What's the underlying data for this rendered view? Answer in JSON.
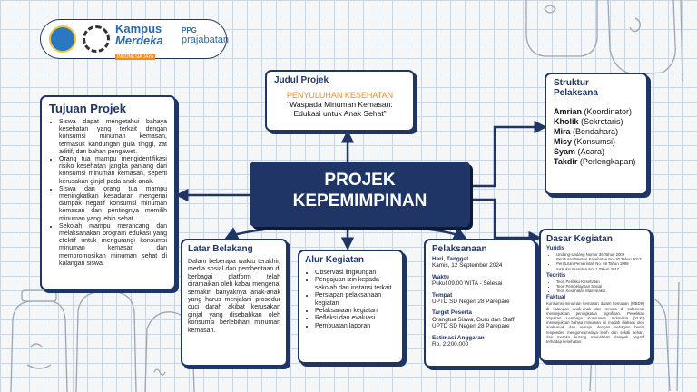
{
  "header": {
    "kampus": "Kampus",
    "merdeka": "Merdeka",
    "indonesia_jaya": "INDONESIA JAYA",
    "ppg": "PPG",
    "prajabatan": "prajabatan"
  },
  "center": {
    "line1": "PROJEK",
    "line2": "KEPEMIMPINAN"
  },
  "judul": {
    "title": "Judul Projek",
    "subtitle": "PENYULUHAN KESEHATAN",
    "quote": "“Waspada Minuman Kemasan: Edukasi untuk Anak Sehat”"
  },
  "tujuan": {
    "title": "Tujuan Projek",
    "items": [
      "Siswa dapat mengetahui bahaya kesehatan yang terkait dengan konsumsi minuman kemasan, termasuk kandungan gula tinggi, zat aditif, dan bahan pengawet.",
      "Orang tua mampu mengidentifikasi risiko kesehatan jangka panjang dari konsumsi minuman kemasan, seperti kerusakan ginjal pada anak-anak.",
      "Siswa dan orang tua mampu meningkatkan kesadaran mengenai dampak negatif konsumsi minuman kemasan dan pentingnya memilih minuman yang lebih sehat.",
      "Sekolah mampu merancang dan melaksanakan program edukasi yang efektif untuk mengurangi konsumsi minuman kemasan dan mempromosikan minuman sehat di kalangan siswa."
    ]
  },
  "struktur": {
    "title": "Struktur Pelaksana",
    "members": [
      {
        "name": "Amrian",
        "role": "(Koordinator)"
      },
      {
        "name": "Kholik",
        "role": "(Sekretaris)"
      },
      {
        "name": "Mira",
        "role": "(Bendahara)"
      },
      {
        "name": "Misy",
        "role": "(Konsumsi)"
      },
      {
        "name": "Syam",
        "role": "(Acara)"
      },
      {
        "name": "Takdir",
        "role": "(Perlengkapan)"
      }
    ]
  },
  "latar": {
    "title": "Latar Belakang",
    "text": "Dalam beberapa waktu terakhir, media sosial dan pemberitaan di berbagai platform telah diramaikan oleh kabar mengenai semakin banyaknya anak-anak yang harus menjalani prosedur cuci darah akibat kerusakan ginjal yang disebabkan oleh konsumsi berlebihan minuman kemasan."
  },
  "alur": {
    "title": "Alur Kegiatan",
    "items": [
      "Observasi lingkungan",
      "Pengajuan izin kepada sekolah dan instansi terkait",
      "Persiapan pelaksanaan kegiatan",
      "Pelaksanaan kegiatan",
      "Refleksi dan evaluasi",
      "Pembuatan laporan"
    ]
  },
  "pelaksanaan": {
    "title": "Pelaksanaan",
    "hari_label": "Hari, Tanggal",
    "hari_value": "Kamis, 12 September 2024",
    "waktu_label": "Waktu",
    "waktu_value": "Pukul 09.00 WITA - Selesai",
    "tempat_label": "Tempat",
    "tempat_value": "UPTD SD Negeri 28 Parepare",
    "target_label": "Target Peserta",
    "target_value": "Orangtua Siswa, Guru dan Staff UPTD SD Negeri 28 Parepare",
    "anggaran_label": "Estimasi Anggaran",
    "anggaran_value": "Rp. 2.200.000"
  },
  "dasar": {
    "title": "Dasar Kegiatan",
    "yuridis_label": "Yuridis",
    "yuridis": [
      "Undang-Undang Nomor 36 Tahun 2009",
      "Peraturan Menteri Kesehatan No. 30 Tahun 2013",
      "Peraturan Pemerintah No. 69 Tahun 1999",
      "Instruksi Presiden No. 1 Tahun 2017"
    ],
    "teoritis_label": "Teoritis",
    "teoritis": [
      "Teori Perilaku Kesehatan",
      "Teori Pembelajaran Sosial",
      "Teori Kesehatan Masyarakat"
    ],
    "faktual_label": "Faktual",
    "faktual_text": "Konsumsi minuman kemasan dalam kemasan (MBDK) di kalangan anak-anak dan remaja di Indonesia menunjukkan peningkatan signifikan. Penelitian Yayasan Lembaga Konsumen Indonesia (YLKI) menunjukkan bahwa minuman ini mudah diakses oleh anak-anak dan remaja, dengan sebagian besar responden mengonsumsinya lebih dari sekali sehari, dan mereka kurang memahami dampak negatif terhadap kesehatan."
  },
  "colors": {
    "navy": "#1f3566",
    "orange": "#f28a1e",
    "blue": "#2a6bb0"
  }
}
